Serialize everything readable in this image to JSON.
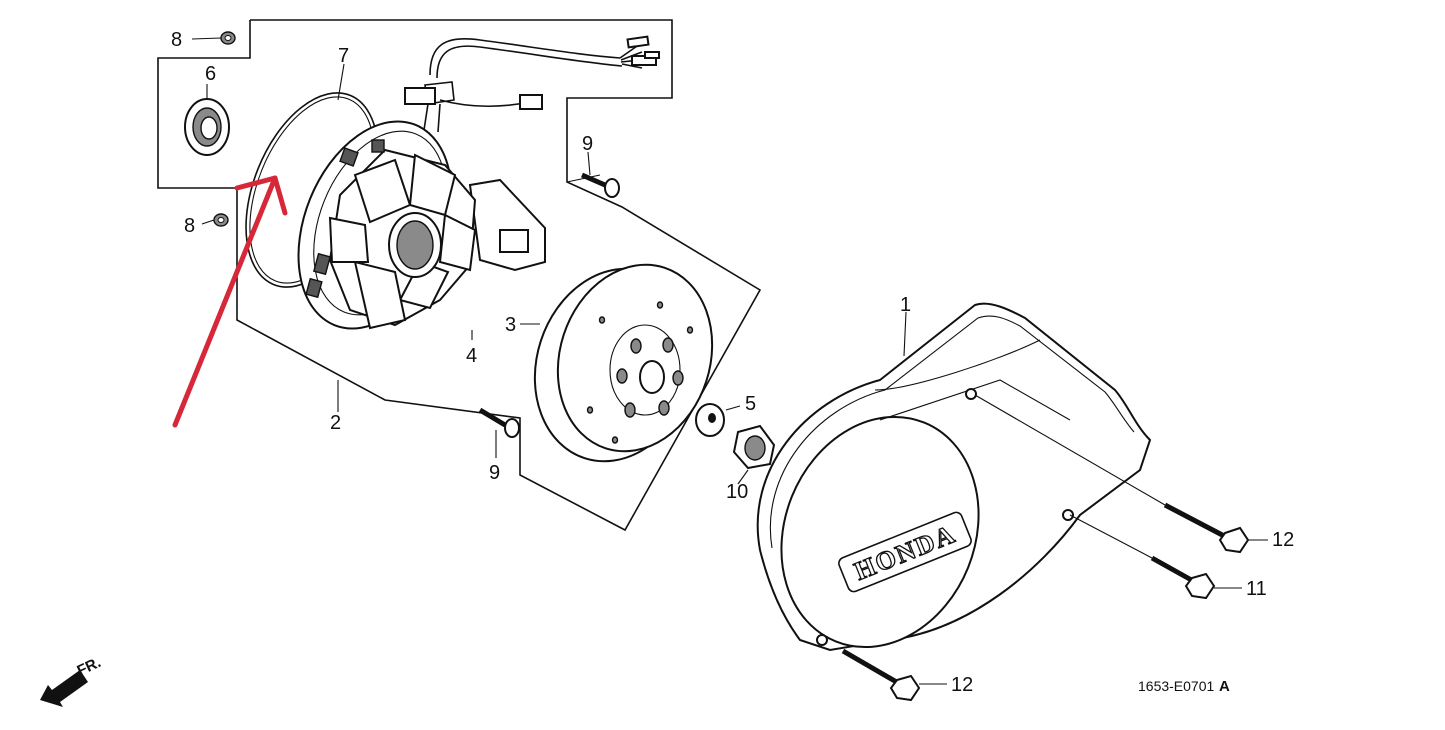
{
  "callouts": {
    "c1": "1",
    "c2": "2",
    "c3": "3",
    "c4": "4",
    "c5": "5",
    "c6": "6",
    "c7": "7",
    "c8a": "8",
    "c8b": "8",
    "c9a": "9",
    "c9b": "9",
    "c10": "10",
    "c11": "11",
    "c12a": "12",
    "c12b": "12"
  },
  "brand_text": "HONDA",
  "direction_label": "FR.",
  "diagram_code": "1653-E0701",
  "diagram_rev": "A",
  "colors": {
    "annotation_arrow": "#d62839",
    "line": "#111111",
    "shade": "#8a8a8a"
  }
}
